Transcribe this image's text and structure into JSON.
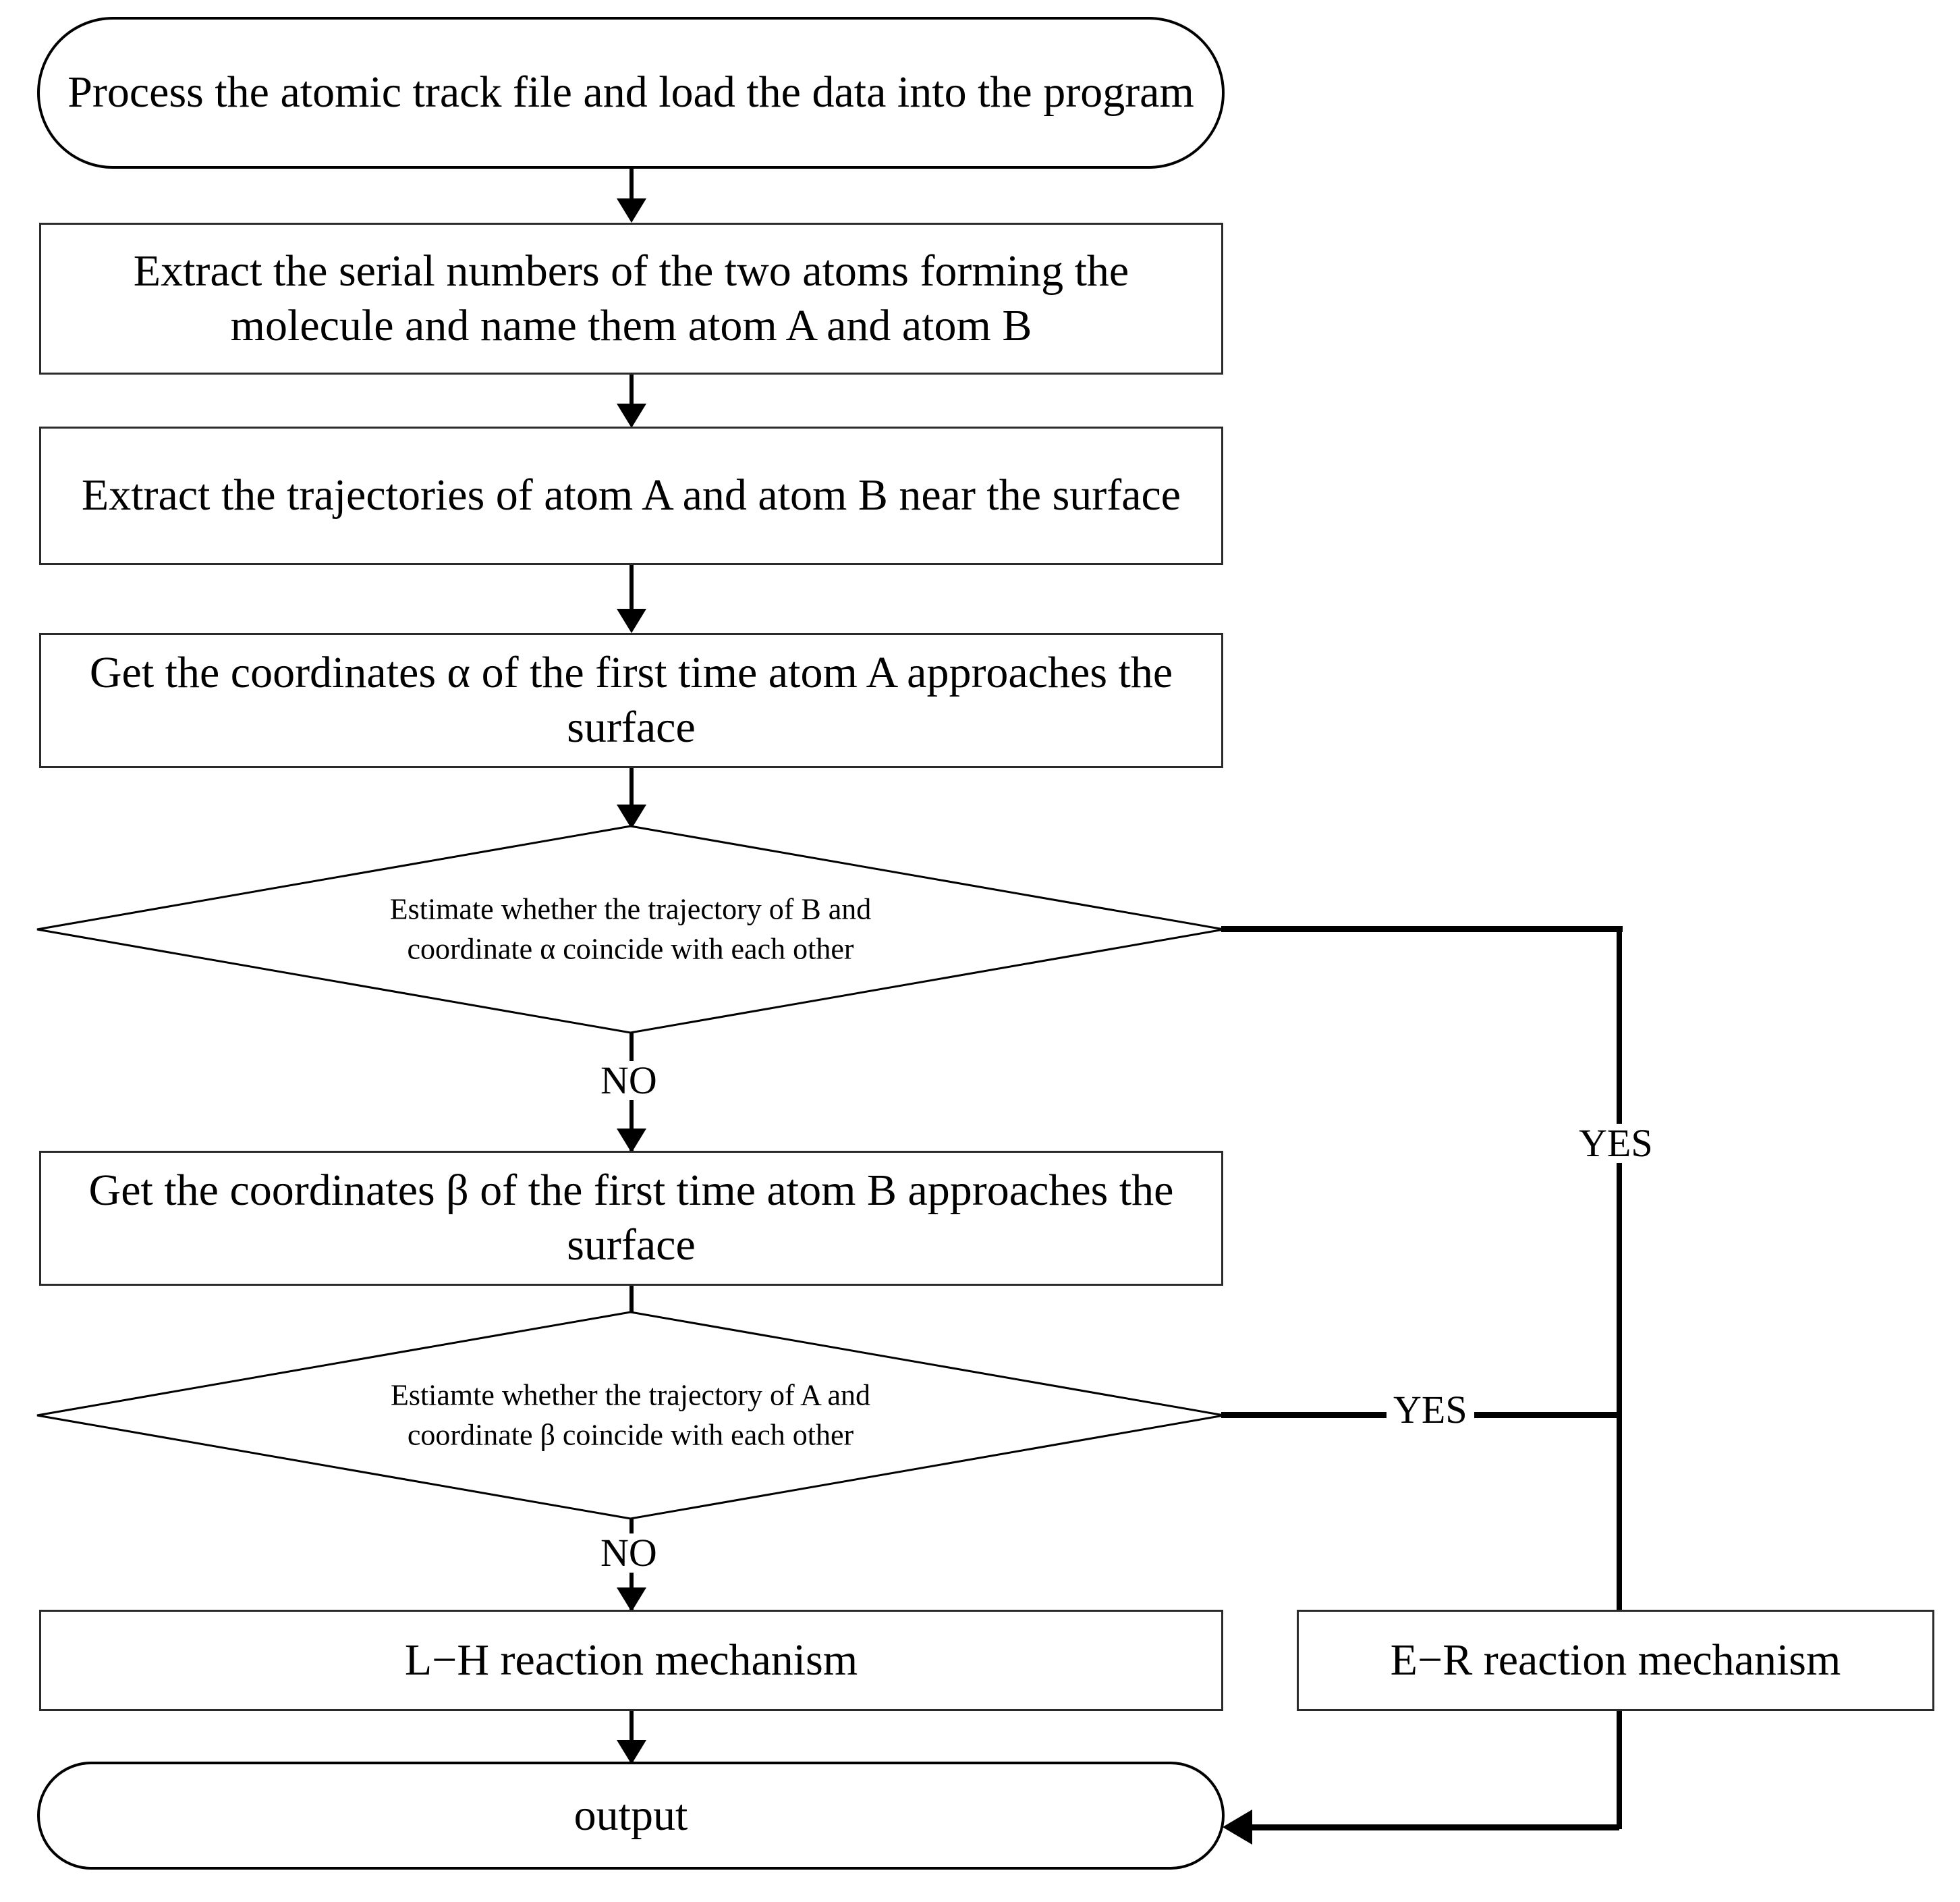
{
  "diagram": {
    "title": "Reaction mechanism classification flowchart",
    "type": "flowchart",
    "background_color": "#ffffff",
    "line_color": "#000000",
    "box_border_color": "#2b2b2b"
  },
  "nodes": {
    "start": {
      "shape": "terminal",
      "text": "Process the atomic track file and load the data into the program"
    },
    "extract_serial": {
      "shape": "process",
      "text": "Extract the serial numbers of the two atoms forming the molecule and name them atom A and atom B"
    },
    "extract_traj": {
      "shape": "process",
      "text": "Extract the trajectories of atom A and atom B near the surface"
    },
    "get_alpha": {
      "shape": "process",
      "text": "Get the coordinates α of the first time atom A approaches the surface"
    },
    "decision_alpha": {
      "shape": "decision",
      "line1": "Estimate whether the trajectory of B and",
      "line2": "coordinate α coincide with each other"
    },
    "get_beta": {
      "shape": "process",
      "text": "Get the coordinates β of the first time atom B approaches the surface"
    },
    "decision_beta": {
      "shape": "decision",
      "line1": "Estiamte whether the trajectory of A and",
      "line2": "coordinate β coincide with each other"
    },
    "lh_mechanism": {
      "shape": "process",
      "text": "L−H reaction mechanism"
    },
    "er_mechanism": {
      "shape": "process",
      "text": "E−R reaction mechanism"
    },
    "output": {
      "shape": "terminal",
      "text": "output"
    }
  },
  "edge_labels": {
    "no_alpha": "NO",
    "yes_alpha": "YES",
    "no_beta": "NO",
    "yes_beta": "YES"
  }
}
